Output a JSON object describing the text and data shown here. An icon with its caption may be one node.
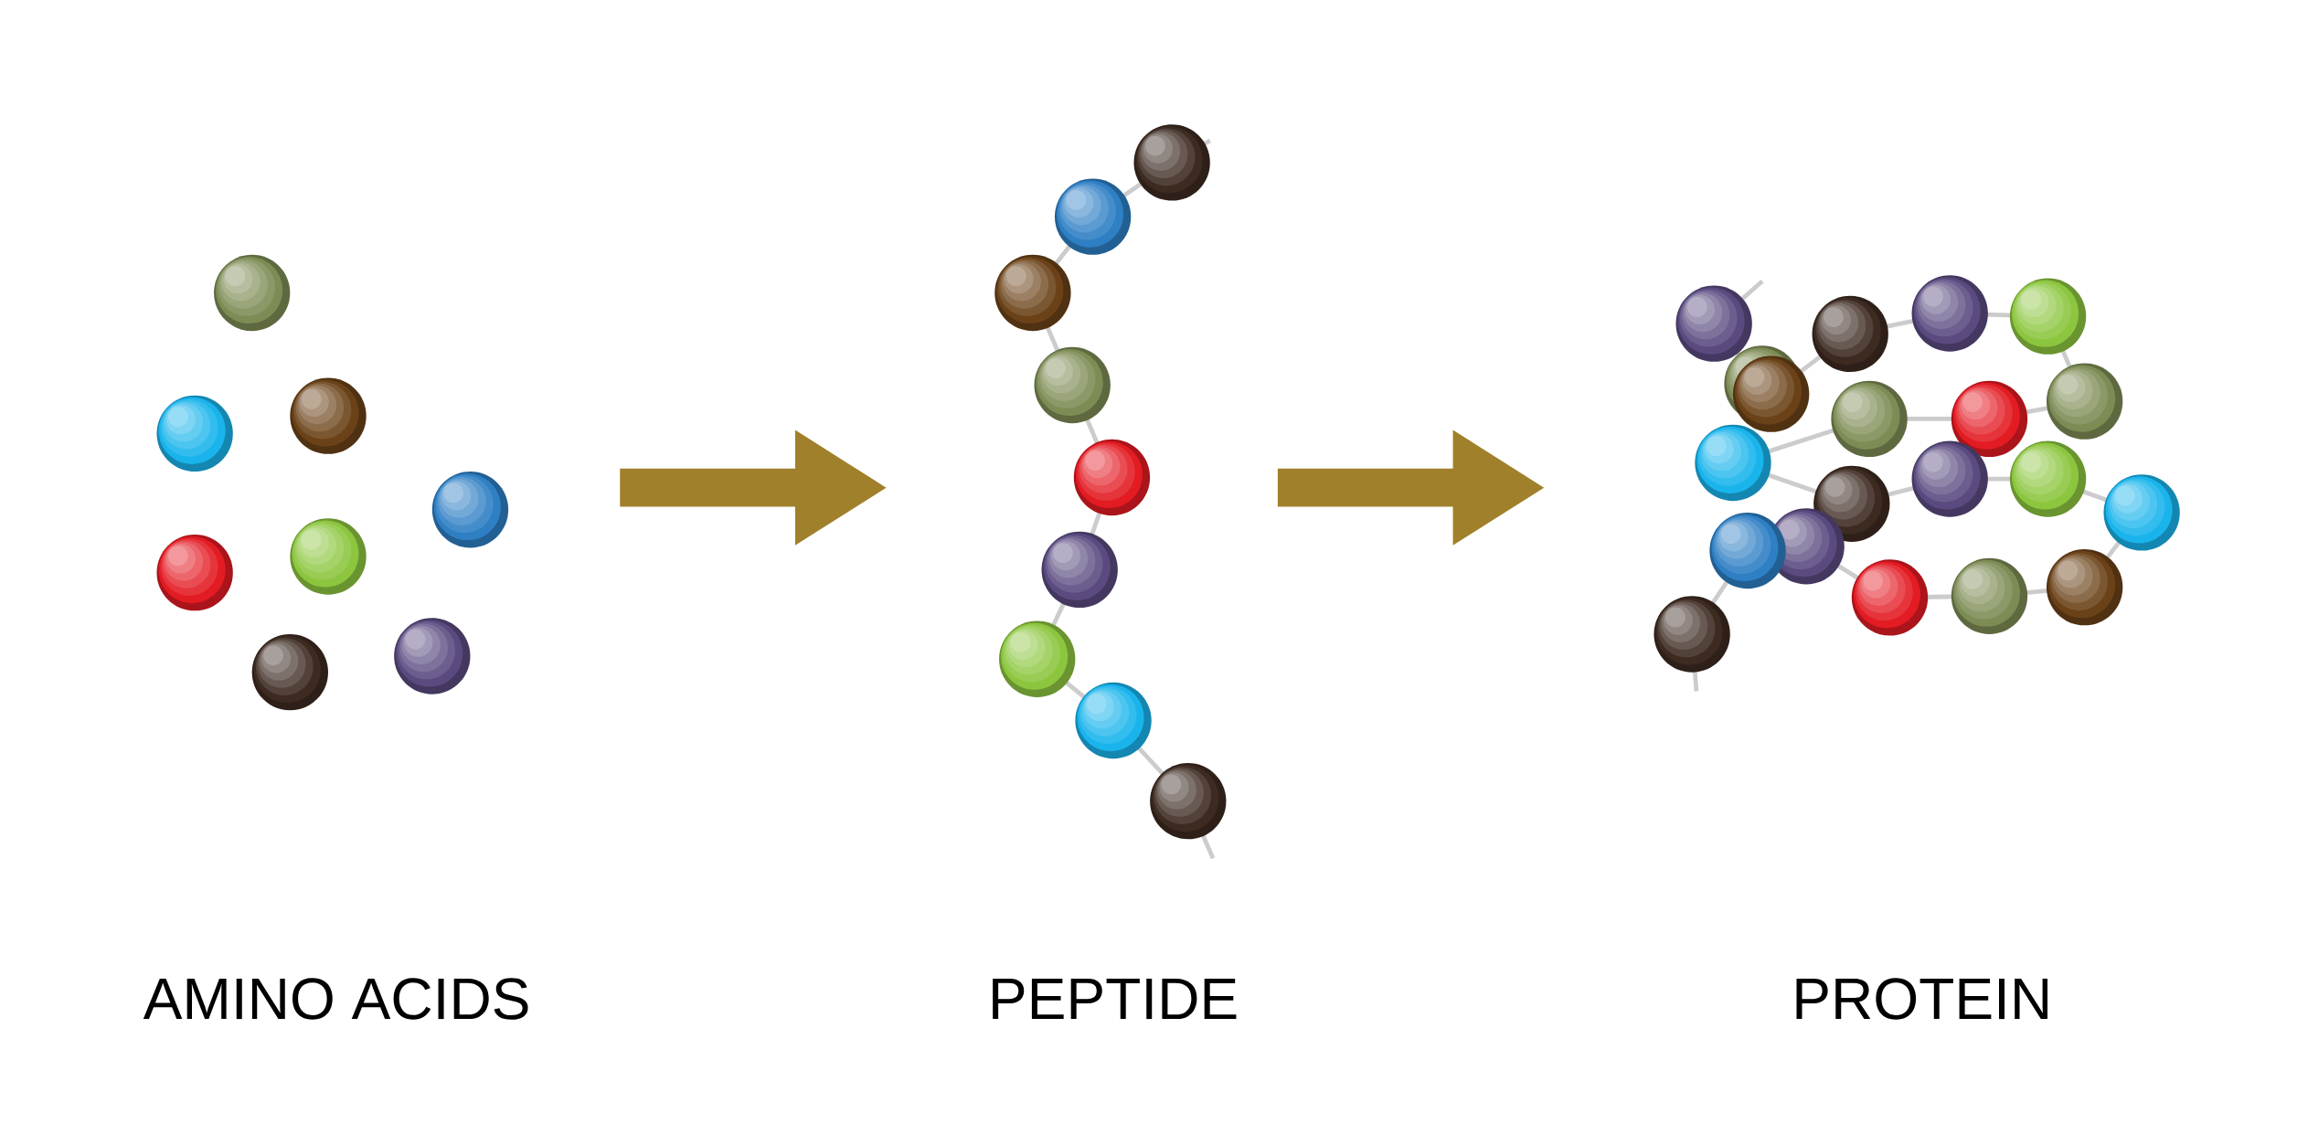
{
  "diagram": {
    "nodes": [
      {
        "text": [
          "AMINO ACIDS"
        ]
      },
      {
        "text": [
          "PEPTIDE"
        ]
      },
      {
        "text": [
          "PROTEIN"
        ]
      }
    ],
    "edges": [
      {
        "from": 0,
        "to": 1,
        "arrow": "to"
      },
      {
        "from": 1,
        "to": 2,
        "arrow": "to"
      }
    ]
  }
}
